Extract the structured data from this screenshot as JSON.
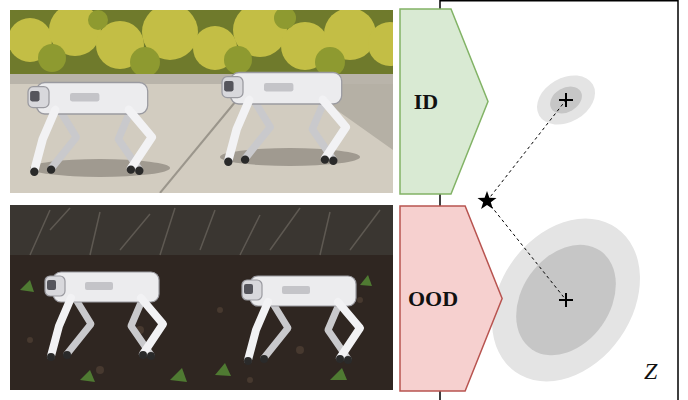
{
  "diagram": {
    "nodes": [
      {
        "text": [
          "ID"
        ]
      },
      {
        "text": [
          "OOD"
        ]
      }
    ],
    "labels": [
      "Z"
    ]
  }
}
